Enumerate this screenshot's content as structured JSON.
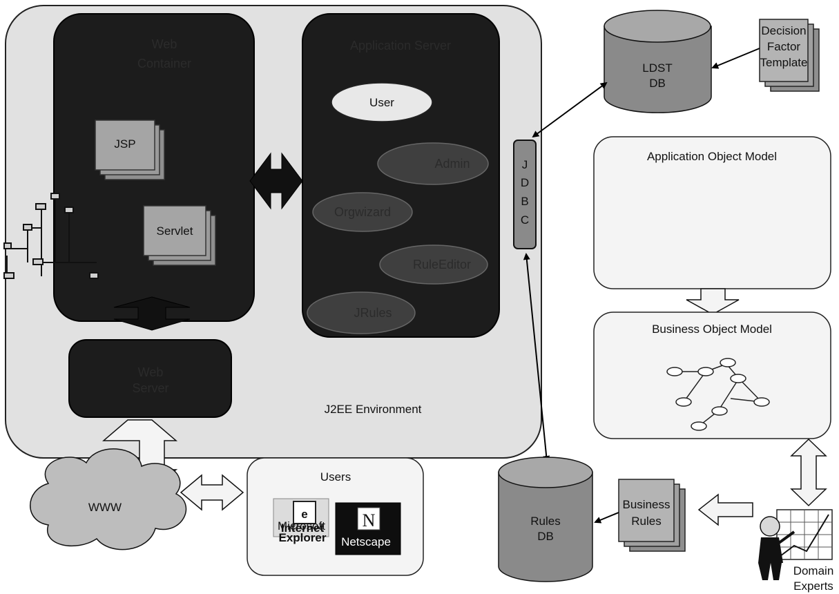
{
  "environment": {
    "label": "J2EE Environment"
  },
  "web_container": {
    "title_line1": "Web",
    "title_line2": "Container",
    "jsp": "JSP",
    "servlet": "Servlet"
  },
  "app_server": {
    "title": "Application Server",
    "components": [
      "User",
      "Admin",
      "Orgwizard",
      "RuleEditor",
      "JRules"
    ]
  },
  "web_server": {
    "line1": "Web",
    "line2": "Server"
  },
  "jdbc": {
    "letters": [
      "J",
      "D",
      "B",
      "C"
    ]
  },
  "ldst_db": {
    "line1": "LDST",
    "line2": "DB"
  },
  "decision_template": {
    "line1": "Decision",
    "line2": "Factor",
    "line3": "Template"
  },
  "app_object_model": {
    "title": "Application Object Model"
  },
  "business_object_model": {
    "title": "Business Object Model"
  },
  "rules_db": {
    "line1": "Rules",
    "line2": "DB"
  },
  "business_rules": {
    "line1": "Business",
    "line2": "Rules"
  },
  "domain_experts": {
    "line1": "Domain",
    "line2": "Experts"
  },
  "www": {
    "label": "WWW"
  },
  "users_box": {
    "title": "Users",
    "ie_small": "Microsoft",
    "ie_line1": "Internet",
    "ie_line2": "Explorer",
    "netscape_label": "Netscape",
    "netscape_letter": "N",
    "ie_letter": "e"
  },
  "colors": {
    "environment_fill": "#e1e1e1",
    "dark_panel": "#1c1c1c",
    "dark_ellipse": "#3f3f3f",
    "grey_doc": "#9a9a9a",
    "db_fill": "#8a8a8a"
  }
}
